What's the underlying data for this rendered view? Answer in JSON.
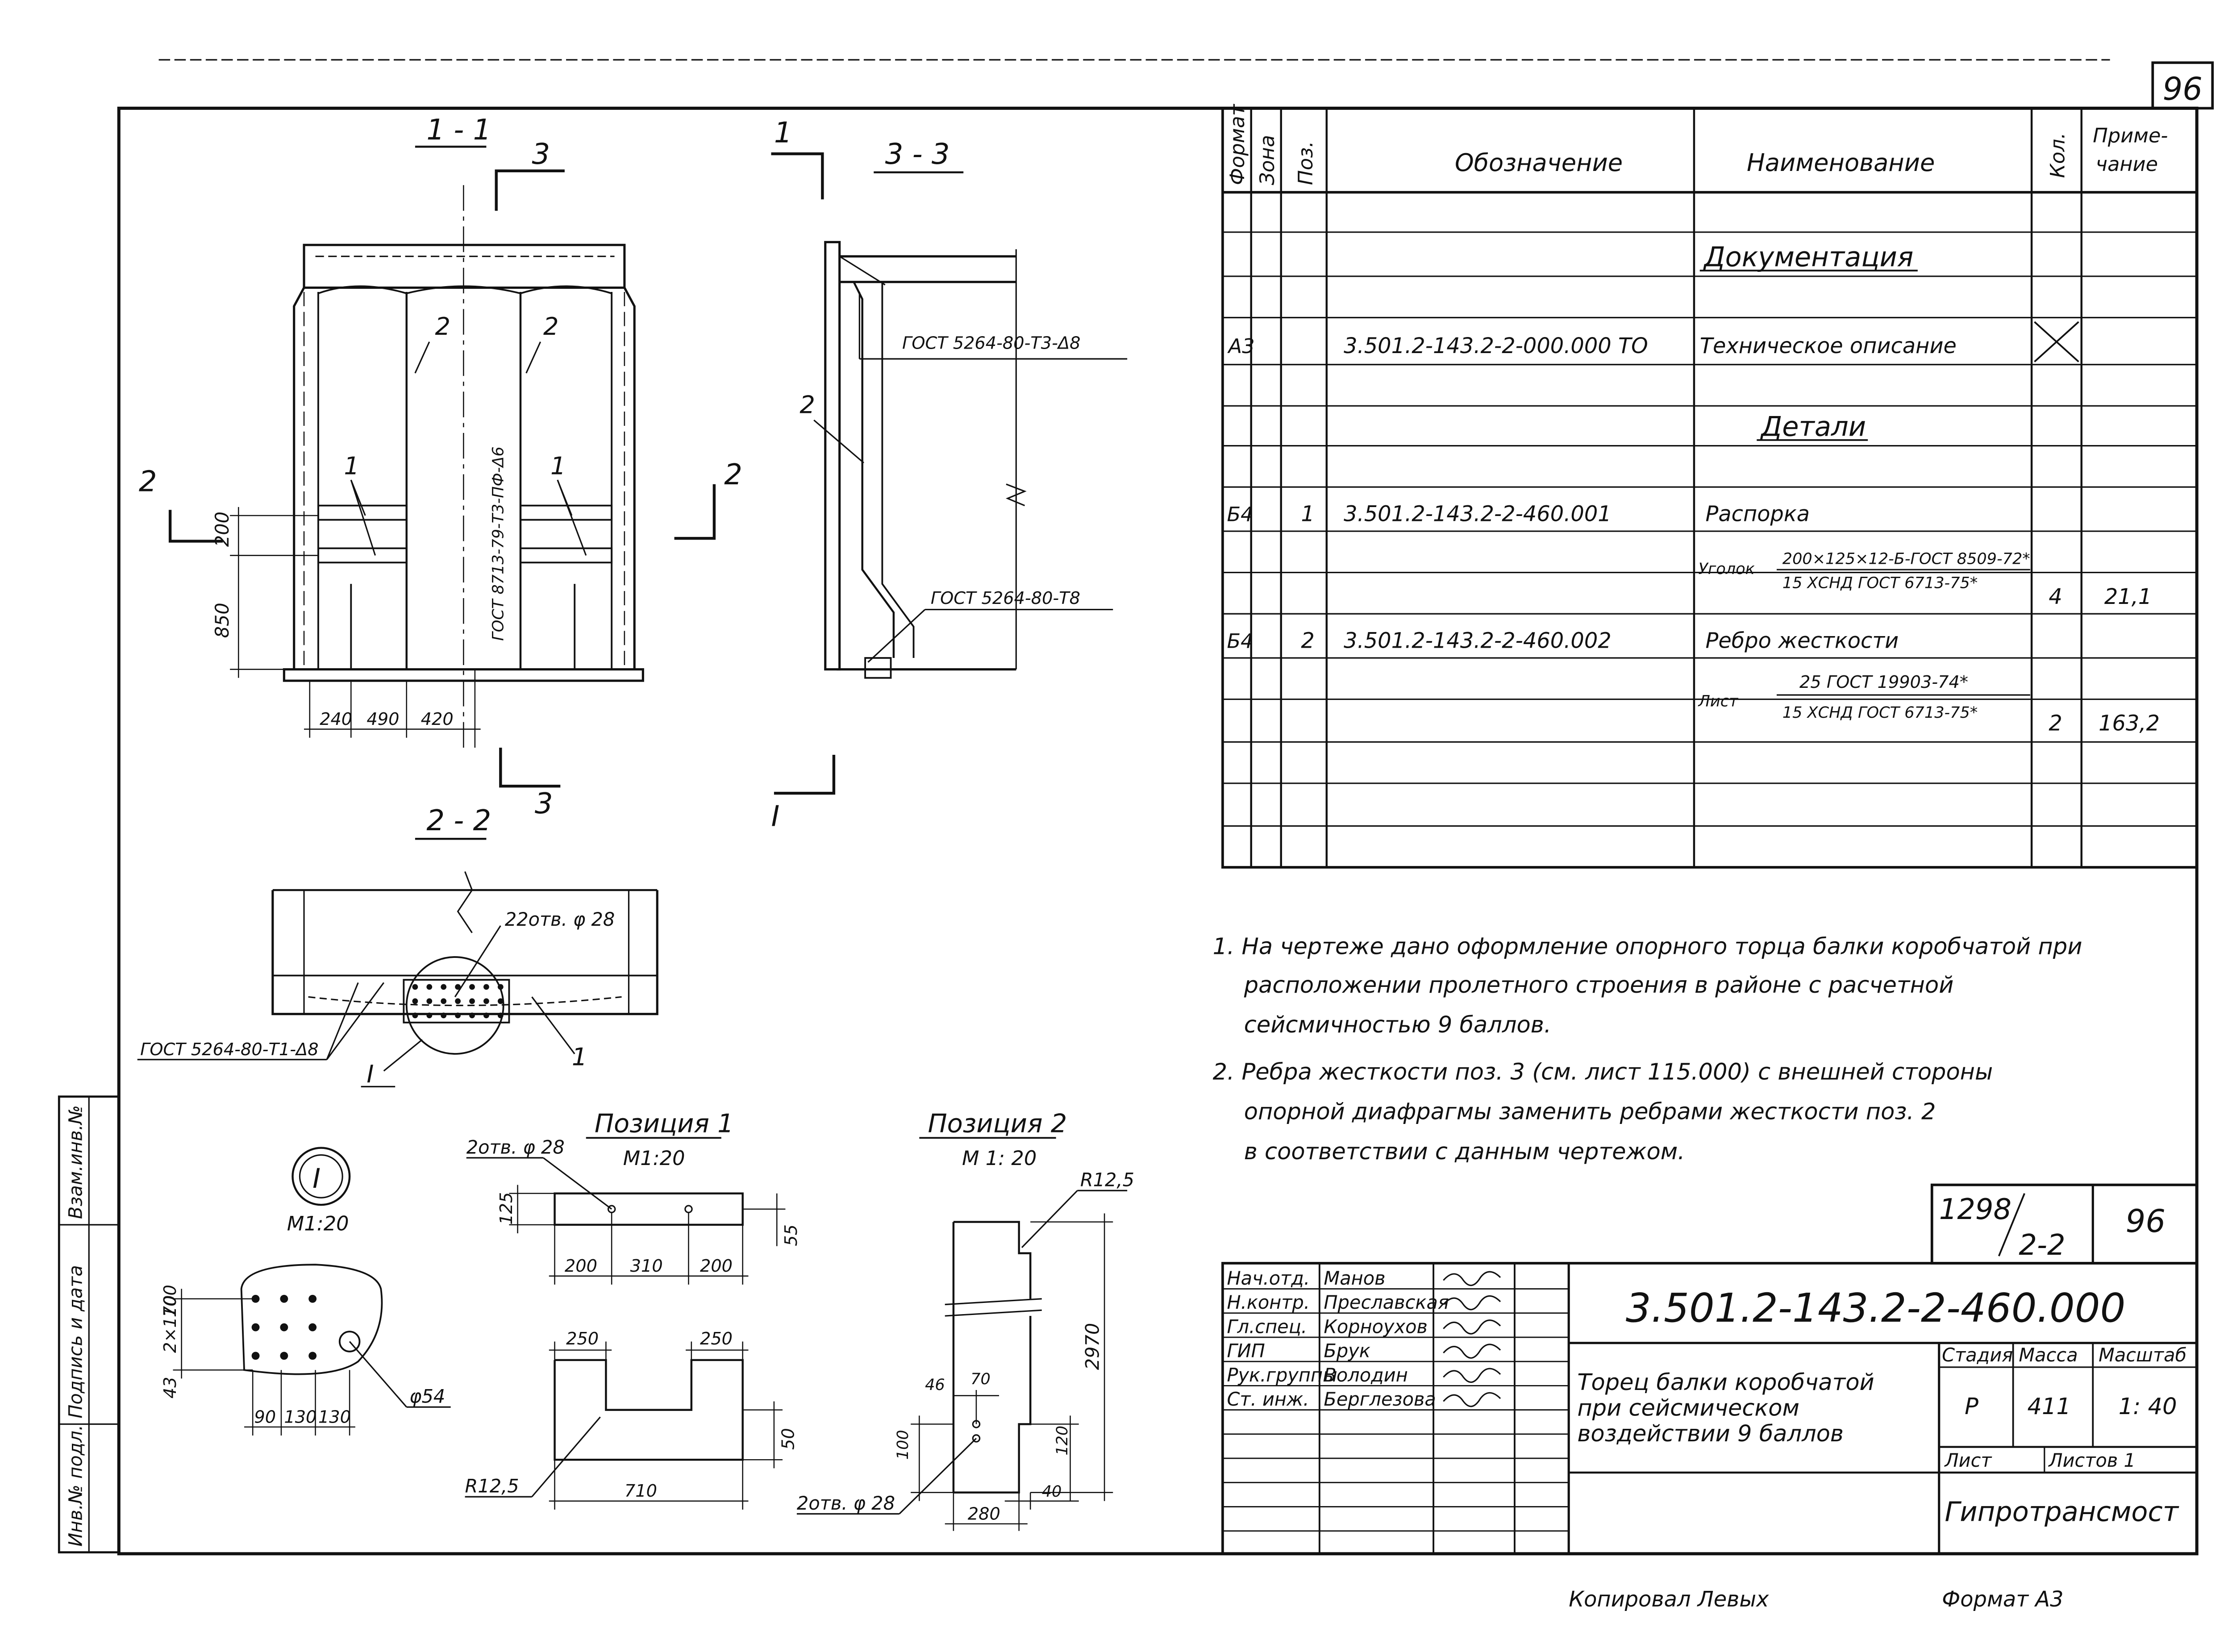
{
  "sheet_number_corner": "96",
  "spec_table": {
    "headers": {
      "format": "Формат",
      "zone": "Зона",
      "pos": "Поз.",
      "designation": "Обозначение",
      "name": "Наименование",
      "qty": "Кол.",
      "note": "Приме-\nчание"
    },
    "section_documentation": "Документация",
    "doc_row": {
      "format": "А3",
      "designation": "3.501.2-143.2-2-000.000 ТО",
      "name": "Техническое описание"
    },
    "section_details": "Детали",
    "rows": [
      {
        "format": "Б4",
        "pos": "1",
        "designation": "3.501.2-143.2-2-460.001",
        "name": "Распорка",
        "material_kind": "Уголок",
        "material_top": "200×125×12-Б-ГОСТ 8509-72*",
        "material_bottom": "15 ХСНД ГОСТ 6713-75*",
        "qty": "4",
        "note": "21,1"
      },
      {
        "format": "Б4",
        "pos": "2",
        "designation": "3.501.2-143.2-2-460.002",
        "name": "Ребро жесткости",
        "material_kind": "Лист",
        "material_top": "25 ГОСТ 19903-74*",
        "material_bottom": "15 ХСНД ГОСТ 6713-75*",
        "qty": "2",
        "note": "163,2"
      }
    ]
  },
  "notes": [
    "1. На чертеже дано оформление опорного торца балки коробчатой при",
    "расположении пролетного строения в районе с расчетной",
    "сейсмичностью 9 баллов.",
    "2. Ребра жесткости поз. 3 (см. лист 115.000) с внешней стороны",
    "опорной диафрагмы заменить ребрами жесткости поз. 2",
    "в соответствии с данным чертежом."
  ],
  "views": {
    "section_1_1": "1 - 1",
    "section_2_2": "2 - 2",
    "section_3_3": "3 - 3",
    "cut_3": "3",
    "cut_2": "2",
    "cut_1": "1",
    "cut_1_roman": "I",
    "label_1": "1",
    "label_2": "2",
    "dim_200": "200",
    "dim_850": "850",
    "dim_240": "240",
    "dim_490": "490",
    "dim_420": "420",
    "weld_vertical": "ГОСТ 8713-79-Т3-ПФ-Δ6",
    "weld_top_33": "ГОСТ 5264-80-Т3-Δ8",
    "weld_bot_33": "ГОСТ 5264-80-Т8",
    "weld_22": "ГОСТ 5264-80-Т1-Δ8",
    "holes_22": "22отв. φ 28",
    "node_label": "I",
    "node_scale": "М1:20",
    "node_dims": [
      "100",
      "2×170",
      "43",
      "90",
      "130",
      "130"
    ],
    "node_hole": "φ54",
    "pos1_title": "Позиция 1",
    "pos1_scale": "М1:20",
    "pos1_holes": "2отв. φ 28",
    "pos1_dims": [
      "125",
      "200",
      "310",
      "200",
      "55",
      "250",
      "250",
      "50",
      "710"
    ],
    "pos1_radius": "R12,5",
    "pos2_title": "Позиция 2",
    "pos2_scale": "М 1: 20",
    "pos2_radius": "R12,5",
    "pos2_dims": [
      "2970",
      "46",
      "70",
      "100",
      "120",
      "40",
      "280"
    ],
    "pos2_holes": "2отв. φ 28"
  },
  "title_block": {
    "archive": "1298",
    "archive_sub": "2-2",
    "sheet": "96",
    "code": "3.501.2-143.2-2-460.000",
    "title_lines": [
      "Торец балки коробчатой",
      "при сейсмическом",
      "воздействии 9 баллов"
    ],
    "col_stage": "Стадия",
    "col_mass": "Масса",
    "col_scale": "Масштаб",
    "stage": "Р",
    "mass": "411",
    "scale": "1: 40",
    "sheet_label": "Лист",
    "sheets_label": "Листов 1",
    "org": "Гипротрансмост",
    "roles": [
      {
        "role": "Нач.отд.",
        "name": "Манов"
      },
      {
        "role": "Н.контр.",
        "name": "Преславская"
      },
      {
        "role": "Гл.спец.",
        "name": "Корноухов"
      },
      {
        "role": "ГИП",
        "name": "Брук"
      },
      {
        "role": "Рук.группы",
        "name": "Володин"
      },
      {
        "role": "Ст. инж.",
        "name": "Берглезова"
      }
    ]
  },
  "side_stamp": [
    "Инв.№ подл.",
    "Подпись и дата",
    "Взам.инв.№"
  ],
  "footer": {
    "copied": "Копировал Левых",
    "format": "Формат А3"
  }
}
